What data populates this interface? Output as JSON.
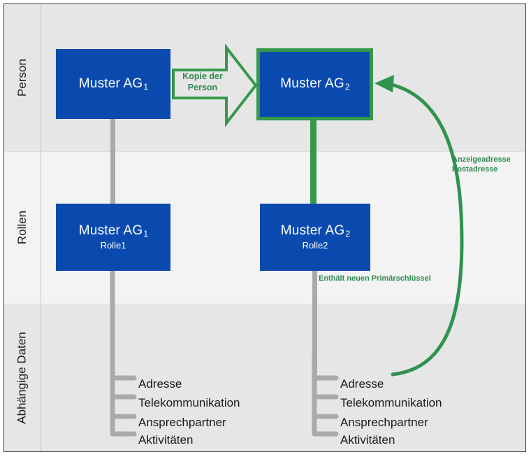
{
  "diagram": {
    "bands": [
      {
        "id": "person",
        "label": "Person"
      },
      {
        "id": "rollen",
        "label": "Rollen"
      },
      {
        "id": "daten",
        "label": "Abhängige Daten"
      }
    ],
    "boxes": {
      "person_1": {
        "title": "Muster AG",
        "index": "1"
      },
      "person_2": {
        "title": "Muster AG",
        "index": "2"
      },
      "rolle_1": {
        "title": "Muster AG",
        "index": "1",
        "role": "Rolle1"
      },
      "rolle_2": {
        "title": "Muster AG",
        "index": "2",
        "role": "Rolle2"
      }
    },
    "annotations": {
      "kopie": "Kopie der Person",
      "adressen_line1": "Anzeigeadresse",
      "adressen_line2": "Postadresse",
      "primaerschluessel": "Enthält neuen Primärschlüssel"
    },
    "dependent_data_left": [
      "Adresse",
      "Telekommunikation",
      "Ansprechpartner",
      "Aktivitäten"
    ],
    "dependent_data_right": [
      "Adresse",
      "Telekommunikation",
      "Ansprechpartner",
      "Aktivitäten"
    ],
    "colors": {
      "entity_blue": "#0a4aaf",
      "accent_green": "#35984b",
      "annotation_green": "#2e8b4f",
      "connector_gray": "#a8aaac",
      "band_shaded": "#e6e6e6",
      "band_light": "#f3f3f3"
    }
  }
}
